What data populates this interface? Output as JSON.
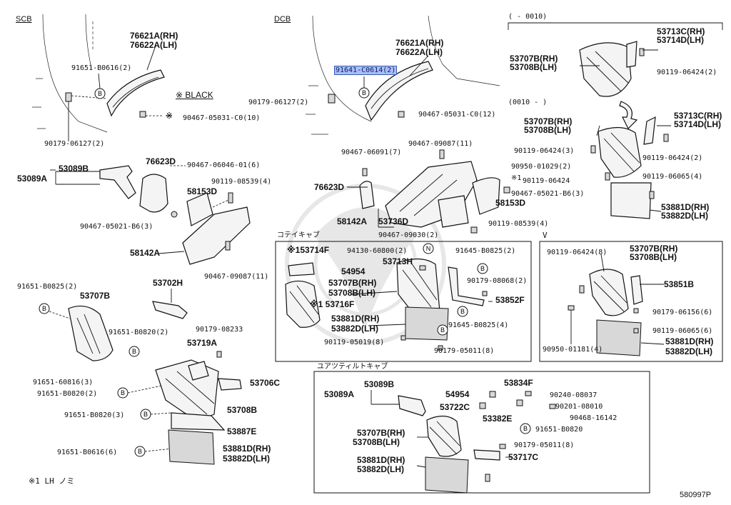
{
  "section_headers": {
    "scb": "SCB",
    "dcb": "DCB"
  },
  "date_range_1": "(      - 0010)",
  "date_range_2": "(0010 -      )",
  "black_note": "※ BLACK",
  "callout_b": "B",
  "callout_n": "N",
  "callout_v": "V",
  "box_title_1": "コテイキャブ",
  "box_title_2": "ユアツティルトキャブ",
  "footnote": "※1   LH ノミ",
  "diagram_code": "580997P",
  "selected_part": "91641-C0614(2)",
  "labels": {
    "scb_76621a": "76621A(RH)",
    "scb_76622a": "76622A(LH)",
    "scb_91651_b0616": "91651-B0616(2)",
    "scb_90467_05031": "90467-05031-C0(10)",
    "scb_90179_06127": "90179-06127(2)",
    "scb_76623d": "76623D",
    "scb_90467_06046": "90467-06046-01(6)",
    "scb_53089b": "53089B",
    "scb_53089a": "53089A",
    "scb_90119_08539": "90119-08539(4)",
    "scb_58153d": "58153D",
    "scb_90467_05021": "90467-05021-B6(3)",
    "scb_58142a": "58142A",
    "scb_90467_09087": "90467-09087(11)",
    "scb_91651_b0825": "91651-B0825(2)",
    "scb_53707b": "53707B",
    "scb_53702h": "53702H",
    "scb_91651_b0820a": "91651-B0820(2)",
    "scb_90179_08233": "90179-08233",
    "scb_53719a": "53719A",
    "scb_91651_60816": "91651-60816(3)",
    "scb_91651_b0820b": "91651-B0820(2)",
    "scb_53706c": "53706C",
    "scb_91651_b0820c": "91651-B0820(3)",
    "scb_53708b": "53708B",
    "scb_53887e": "53887E",
    "scb_91651_b0616b": "91651-B0616(6)",
    "scb_53881d": "53881D(RH)",
    "scb_53882d": "53882D(LH)",
    "dcb_76621a": "76621A(RH)",
    "dcb_76622a": "76622A(LH)",
    "dcb_90179_06127": "90179-06127(2)",
    "dcb_90467_05031": "90467-05031-C0(12)",
    "dcb_90467_06091": "90467-06091(7)",
    "dcb_90467_09087": "90467-09087(11)",
    "dcb_76623d": "76623D",
    "dcb_58153d": "58153D",
    "dcb_58142a": "58142A",
    "dcb_53736d": "53736D",
    "dcb_90119_08539": "90119-08539(4)",
    "dcb_90467_09030": "90467-09030(2)",
    "dcb_90467_05021": "90467-05021-B6(3)",
    "dcb_note1": "※1",
    "r_53713c_a": "53713C(RH)",
    "r_53714d_a": "53714D(LH)",
    "r_53707b_a": "53707B(RH)",
    "r_53708b_a": "53708B(LH)",
    "r_90119_06424_a": "90119-06424(2)",
    "r_53713c_b": "53713C(RH)",
    "r_53714d_b": "53714D(LH)",
    "r_53707b_b": "53707B(RH)",
    "r_53708b_b": "53708B(LH)",
    "r_90119_06424_b": "90119-06424(3)",
    "r_90119_06424_c": "90119-06424(2)",
    "r_90950_01029": "90950-01029(2)",
    "r_90119_06424_d": "90119-06424",
    "r_90119_06065": "90119-06065(4)",
    "r_53881d": "53881D(RH)",
    "r_53882d": "53882D(LH)",
    "b1_153714f": "※153714F",
    "b1_94130": "94130-60800(2)",
    "b1_91645_b0825": "91645-B0825(2)",
    "b1_53713h": "53713H",
    "b1_54954": "54954",
    "b1_53707b": "53707B(RH)",
    "b1_53708b": "53708B(LH)",
    "b1_53716f": "※1 53716F",
    "b1_90179_08068": "90179-08068(2)",
    "b1_53852f": "53852F",
    "b1_53881d": "53881D(RH)",
    "b1_53882d": "53882D(LH)",
    "b1_91645_b0825b": "91645-B0825(4)",
    "b1_90119_05019": "90119-05019(8)",
    "b1_90179_05011": "90179-05011(8)",
    "v_90119_06424": "90119-06424(8)",
    "v_53707b": "53707B(RH)",
    "v_53708b": "53708B(LH)",
    "v_53851b": "53851B",
    "v_90179_06156": "90179-06156(6)",
    "v_90119_06065": "90119-06065(6)",
    "v_53881d": "53881D(RH)",
    "v_53882d": "53882D(LH)",
    "v_90950_01181": "90950-01181(4)",
    "b2_53089b": "53089B",
    "b2_53089a": "53089A",
    "b2_54954": "54954",
    "b2_53834f": "53834F",
    "b2_90240": "90240-08037",
    "b2_53722c": "53722C",
    "b2_90201": "90201-08010",
    "b2_53382e": "53382E",
    "b2_90468": "90468-16142",
    "b2_53707b": "53707B(RH)",
    "b2_53708b": "53708B(LH)",
    "b2_91651_b0820": "91651-B0820",
    "b2_90179_05011": "90179-05011(8)",
    "b2_53881d": "53881D(RH)",
    "b2_53882d": "53882D(LH)",
    "b2_53717c": "53717C"
  }
}
